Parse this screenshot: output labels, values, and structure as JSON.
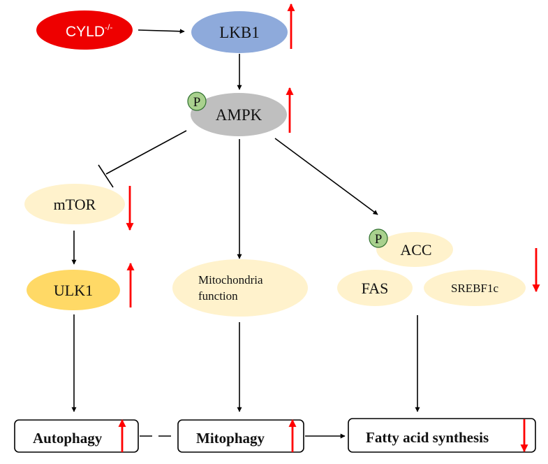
{
  "nodes": {
    "cyld": {
      "label": "CYLD",
      "superscript": "-/-"
    },
    "lkb1": {
      "label": "LKB1"
    },
    "ampk": {
      "label": "AMPK",
      "badge": "P"
    },
    "mtor": {
      "label": "mTOR"
    },
    "ulk1": {
      "label": "ULK1"
    },
    "mito": {
      "label_line1": "Mitochondria",
      "label_line2": "function"
    },
    "acc": {
      "label": "ACC",
      "badge": "P"
    },
    "fas": {
      "label": "FAS"
    },
    "srebf1c": {
      "label": "SREBF1c"
    }
  },
  "outcomes": {
    "autophagy": "Autophagy",
    "mitophagy": "Mitophagy",
    "fatty_acid_synthesis": "Fatty acid synthesis"
  },
  "colors": {
    "cyld": "#ee0000",
    "lkb1": "#8eaadb",
    "ampk": "#bfbfbf",
    "ulk1": "#ffd966",
    "light_node": "#fff2cc",
    "phospho_badge": "#a9d18e",
    "indicator_arrow": "#ff0000",
    "edge": "#000000"
  },
  "regulation": {
    "lkb1": "up",
    "ampk": "up",
    "mtor": "down",
    "ulk1": "up",
    "acc_group": "down",
    "autophagy": "up",
    "mitophagy": "up",
    "fatty_acid_synthesis": "down"
  }
}
